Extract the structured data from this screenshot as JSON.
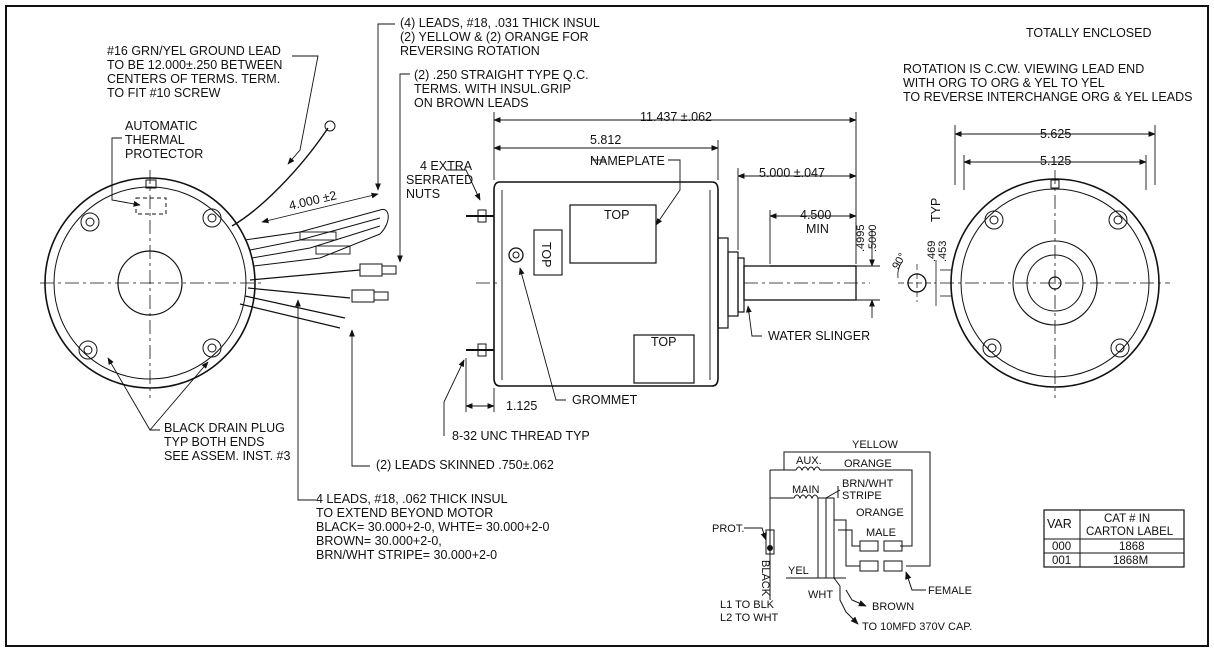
{
  "notes": {
    "totally_enclosed": "TOTALLY ENCLOSED",
    "rotation": [
      "ROTATION IS C.CW. VIEWING LEAD END",
      "WITH ORG TO ORG & YEL TO YEL",
      "TO REVERSE INTERCHANGE ORG & YEL LEADS"
    ]
  },
  "callouts": {
    "ground_lead": [
      "#16 GRN/YEL GROUND LEAD",
      "TO BE 12.000±.250 BETWEEN",
      "CENTERS OF TERMS. TERM.",
      "TO FIT #10 SCREW"
    ],
    "thermal": [
      "AUTOMATIC",
      "THERMAL",
      "PROTECTOR"
    ],
    "leads_031": [
      "(4) LEADS, #18, .031 THICK INSUL",
      "(2) YELLOW & (2) ORANGE FOR",
      "REVERSING ROTATION"
    ],
    "qc_terms": [
      "(2) .250 STRAIGHT TYPE Q.C.",
      "TERMS. WITH INSUL.GRIP",
      "ON BROWN LEADS"
    ],
    "serrated": [
      "4 EXTRA",
      "SERRATED",
      "NUTS"
    ],
    "nameplate": "NAMEPLATE",
    "top": "TOP",
    "water_slinger": "WATER SLINGER",
    "grommet": "GROMMET",
    "thread": "8-32 UNC THREAD TYP",
    "drain_plug": [
      "BLACK DRAIN PLUG",
      "TYP BOTH ENDS",
      "SEE ASSEM. INST. #3"
    ],
    "leads_skinned": "(2) LEADS SKINNED .750±.062",
    "leads_062": [
      "4 LEADS, #18, .062 THICK INSUL",
      "TO EXTEND BEYOND MOTOR",
      "BLACK= 30.000+2-0, WHTE= 30.000+2-0",
      "BROWN= 30.000+2-0,",
      "BRN/WHT STRIPE= 30.000+2-0"
    ],
    "typ": "TYP"
  },
  "dims": {
    "overall": "11.437 ±.062",
    "body": "5.812",
    "shaft": "5.000 ±.047",
    "shaft_min": "4.500",
    "min": "MIN",
    "lead_len": "4.000 ±2",
    "stud": "1.125",
    "dia1": ".4995",
    "dia2": ".5000",
    "angle": "90°",
    "flat1": ".469",
    "flat2": ".453",
    "end_outer": "5.625",
    "end_inner": "5.125"
  },
  "wiring": {
    "yellow": "YELLOW",
    "aux": "AUX.",
    "orange": "ORANGE",
    "main": "MAIN",
    "brn_wht": [
      "BRN/WHT",
      "STRIPE"
    ],
    "orange2": "ORANGE",
    "male": "MALE",
    "prot": "PROT.",
    "yel": "YEL",
    "black": "BLACK",
    "female": "FEMALE",
    "wht": "WHT",
    "brown": "BROWN",
    "l1": "L1 TO BLK",
    "l2": "L2 TO WHT",
    "cap": "TO 10MFD 370V CAP."
  },
  "table": {
    "headers": [
      "VAR",
      "CAT # IN",
      "CARTON LABEL"
    ],
    "rows": [
      [
        "000",
        "1868"
      ],
      [
        "001",
        "1868M"
      ]
    ]
  }
}
